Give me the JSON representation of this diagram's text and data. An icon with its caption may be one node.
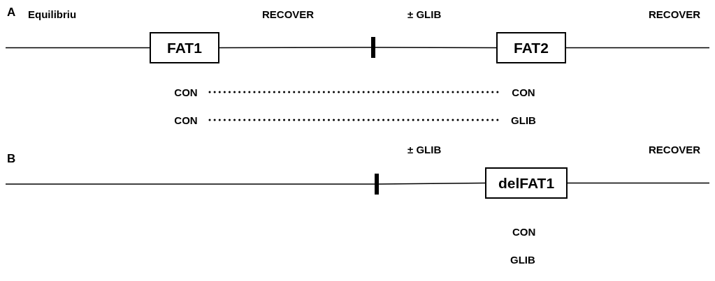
{
  "diagram": {
    "nodes": [
      {
        "text": [
          "FAT1"
        ]
      },
      {
        "text": [],
        "shape": "bar"
      },
      {
        "text": [
          "FAT2"
        ]
      },
      {
        "text": [
          "CON"
        ]
      },
      {
        "text": [
          "CON"
        ]
      },
      {
        "text": [
          "CON"
        ]
      },
      {
        "text": [
          "GLIB"
        ]
      },
      {
        "text": [],
        "shape": "bar"
      },
      {
        "text": [
          "delFAT1"
        ]
      }
    ],
    "edges": [
      {
        "from": null,
        "to": 0,
        "arrow": "none",
        "label": "Equilibriu"
      },
      {
        "from": 0,
        "to": 1,
        "arrow": "none",
        "label": "RECOVER"
      },
      {
        "from": 1,
        "to": 2,
        "arrow": "none",
        "label": "± GLIB"
      },
      {
        "from": 2,
        "to": null,
        "arrow": "none",
        "label": "RECOVER"
      },
      {
        "from": 3,
        "to": 4,
        "arrow": "none",
        "style": "dashed"
      },
      {
        "from": 5,
        "to": 6,
        "arrow": "none",
        "style": "dashed"
      },
      {
        "from": null,
        "to": 7,
        "arrow": "none"
      },
      {
        "from": 7,
        "to": 8,
        "arrow": "none",
        "label": "± GLIB"
      },
      {
        "from": 8,
        "to": null,
        "arrow": "none",
        "label": "RECOVER"
      }
    ],
    "labels": [
      "A",
      "B",
      "CON",
      "GLIB"
    ]
  }
}
